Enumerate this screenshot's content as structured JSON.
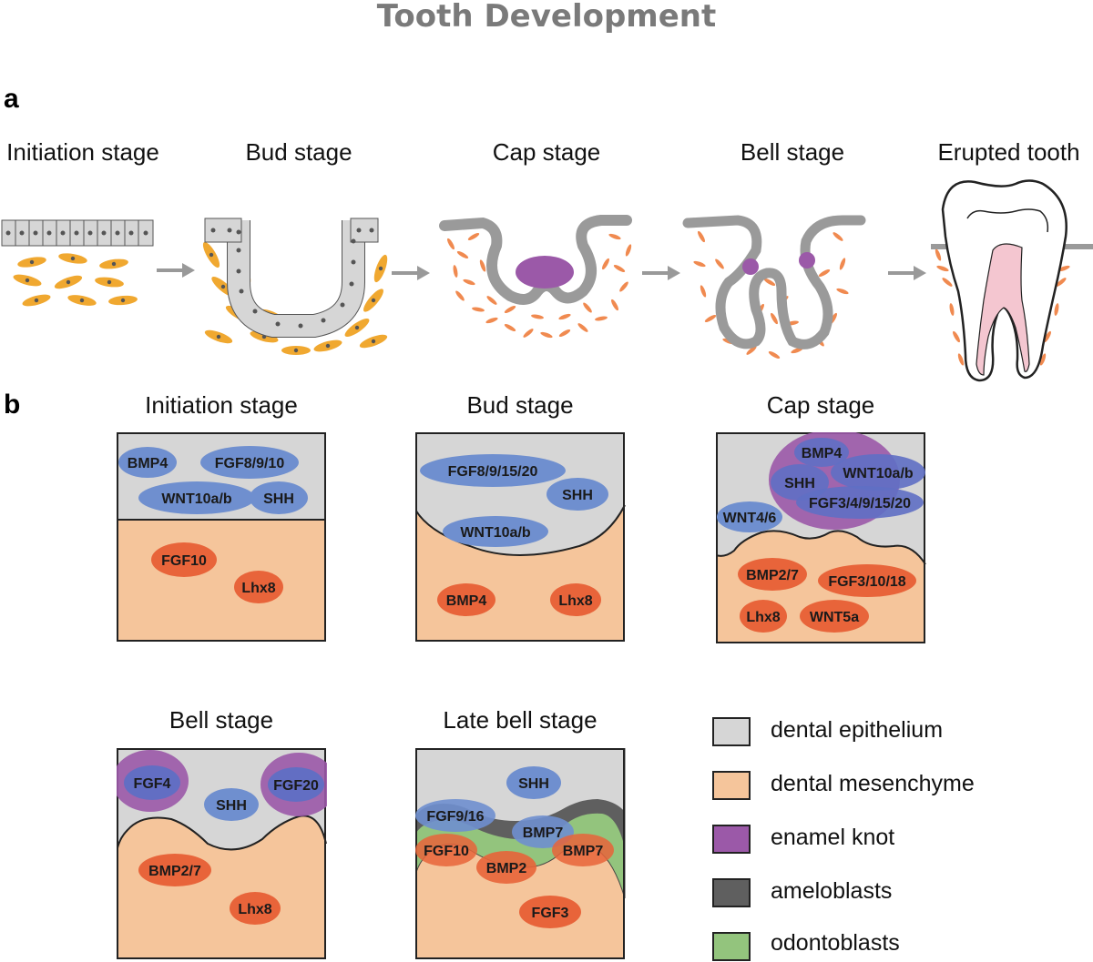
{
  "title": "Tooth Development",
  "panel_a": {
    "letter": "a",
    "stages": [
      "Initiation stage",
      "Bud stage",
      "Cap stage",
      "Bell stage",
      "Erupted tooth"
    ]
  },
  "panel_b": {
    "letter": "b",
    "boxes": [
      {
        "title": "Initiation stage",
        "epithelial": [
          "BMP4",
          "FGF8/9/10",
          "WNT10a/b",
          "SHH"
        ],
        "mesenchymal": [
          "FGF10",
          "Lhx8"
        ]
      },
      {
        "title": "Bud stage",
        "epithelial": [
          "FGF8/9/15/20",
          "SHH",
          "WNT10a/b"
        ],
        "mesenchymal": [
          "BMP4",
          "Lhx8"
        ]
      },
      {
        "title": "Cap stage",
        "epithelial": [
          "BMP4",
          "SHH",
          "WNT10a/b",
          "FGF3/4/9/15/20",
          "WNT4/6"
        ],
        "mesenchymal": [
          "BMP2/7",
          "FGF3/10/18",
          "Lhx8",
          "WNT5a"
        ]
      },
      {
        "title": "Bell stage",
        "epithelial": [
          "FGF4",
          "SHH",
          "FGF20"
        ],
        "mesenchymal": [
          "BMP2/7",
          "Lhx8"
        ]
      },
      {
        "title": "Late bell stage",
        "epithelial": [
          "SHH",
          "FGF9/16",
          "BMP7"
        ],
        "mesenchymal": [
          "FGF10",
          "BMP2",
          "BMP7",
          "FGF3"
        ]
      }
    ]
  },
  "legend": [
    {
      "label": "dental epithelium",
      "color": "#d6d6d6"
    },
    {
      "label": "dental mesenchyme",
      "color": "#f5c59b"
    },
    {
      "label": "enamel knot",
      "color": "#9b59a8"
    },
    {
      "label": "ameloblasts",
      "color": "#5f5f5f"
    },
    {
      "label": "odontoblasts",
      "color": "#93c47d"
    }
  ],
  "colors": {
    "epithelium": "#d6d6d6",
    "mesenchyme": "#f5c59b",
    "epithelial_gene": "#6f8fcf",
    "mesenchymal_gene": "#e8643a",
    "enamel_knot": "#9b59a8",
    "cell_yellow": "#f0a830",
    "cell_orange": "#f08a50",
    "pulp": "#f4c6d0"
  }
}
